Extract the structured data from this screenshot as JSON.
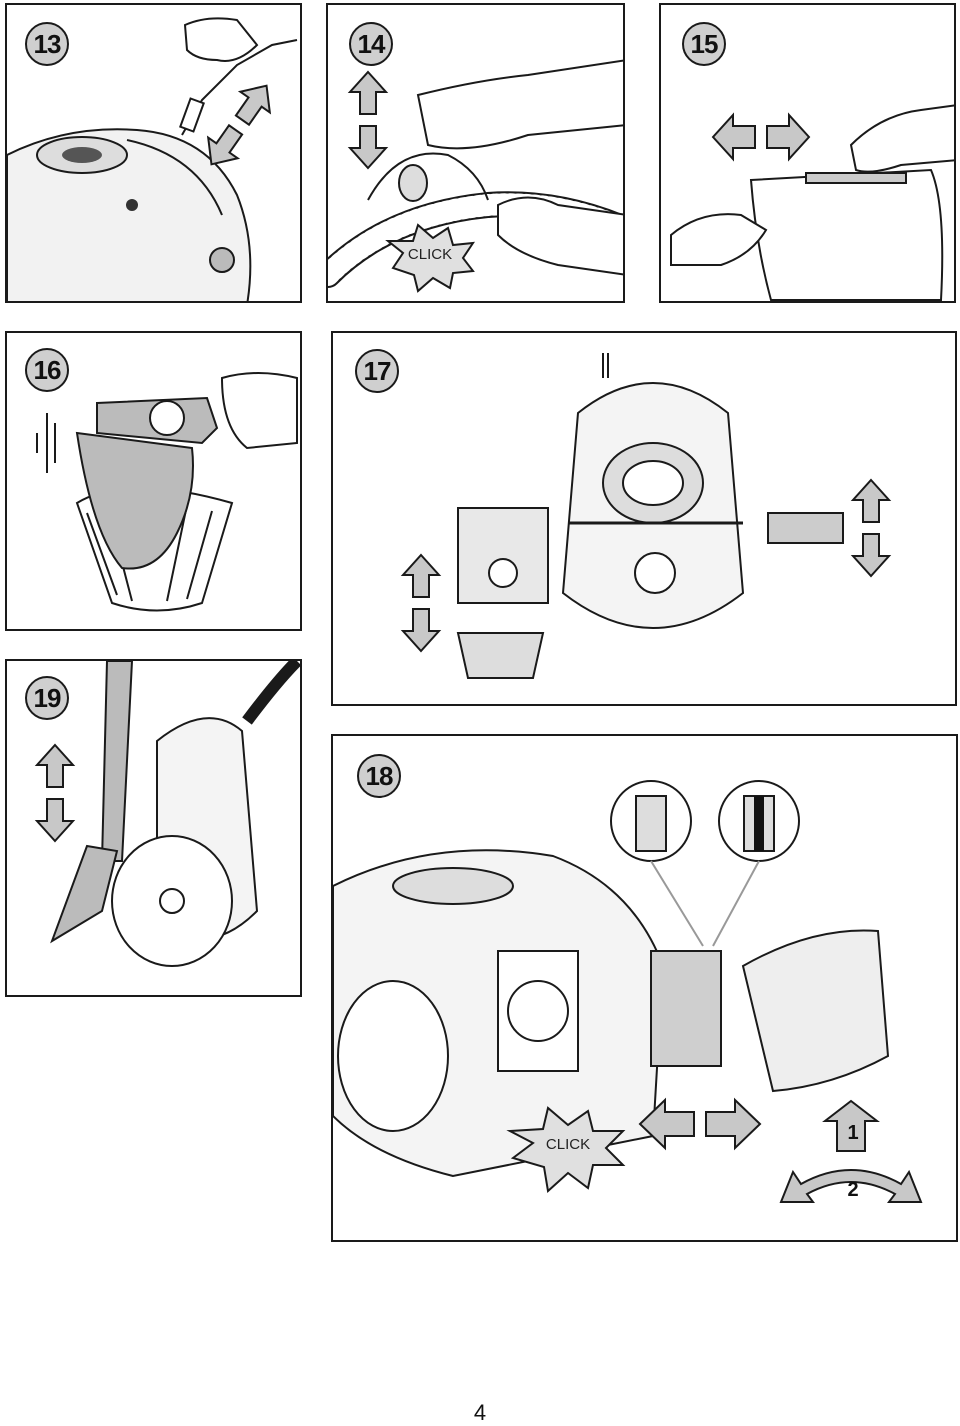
{
  "panels": {
    "p13": {
      "number": "13"
    },
    "p14": {
      "number": "14",
      "click": "CLICK"
    },
    "p15": {
      "number": "15"
    },
    "p16": {
      "number": "16"
    },
    "p17": {
      "number": "17"
    },
    "p19": {
      "number": "19"
    },
    "p18": {
      "number": "18",
      "click": "CLICK",
      "step_open": "1",
      "step_rotate": "2"
    }
  },
  "page": {
    "number": "4"
  },
  "colors": {
    "line": "#1a1a1a",
    "badge_fill": "#cfcfcf",
    "arrow_fill": "#c8c8c8",
    "paper": "#ffffff"
  },
  "icons": [
    "double-arrow-up-down-icon",
    "double-arrow-left-right-icon",
    "click-burst-icon",
    "rotate-arrow-icon"
  ]
}
